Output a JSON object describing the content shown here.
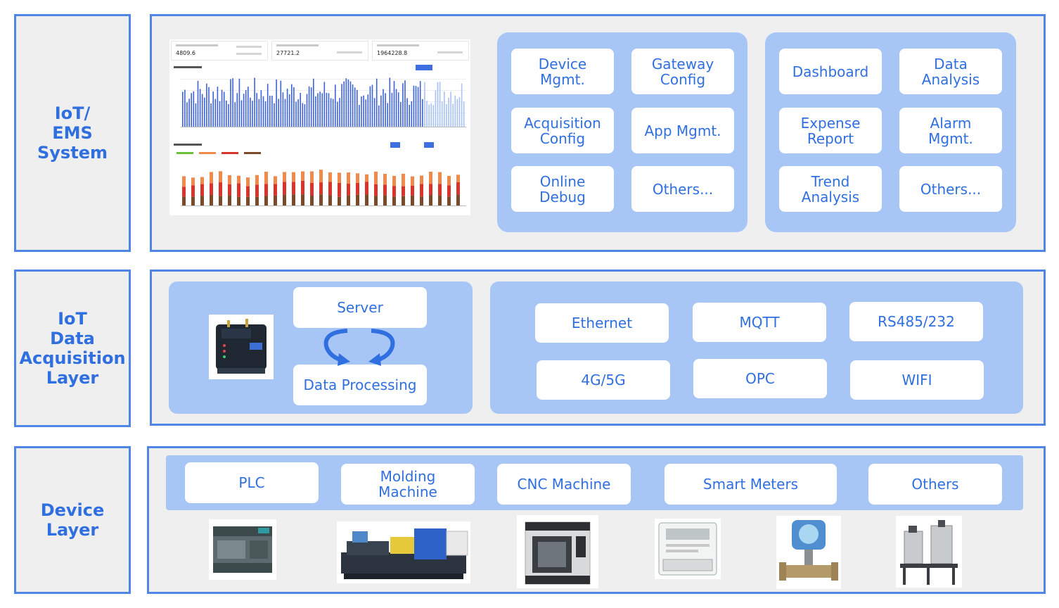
{
  "layers": {
    "iot_ems": "IoT/\nEMS\nSystem",
    "data_acq": "IoT\nData\nAcquisition\nLayer",
    "device": "Device\nLayer"
  },
  "ems": {
    "group1": [
      "Device\nMgmt.",
      "Gateway\nConfig",
      "Acquisition\nConfig",
      "App Mgmt.",
      "Online\nDebug",
      "Others..."
    ],
    "group2": [
      "Dashboard",
      "Data\nAnalysis",
      "Expense\nReport",
      "Alarm\nMgmt.",
      "Trend\nAnalysis",
      "Others..."
    ]
  },
  "dashboard": {
    "stat1_value": "4809.6",
    "stat2_value": "27721.2",
    "stat3_value": "1964228.8"
  },
  "acquisition": {
    "server": "Server",
    "processing": "Data Processing",
    "protocols": [
      "Ethernet",
      "MQTT",
      "RS485/232",
      "4G/5G",
      "OPC",
      "WIFI"
    ]
  },
  "devices": [
    "PLC",
    "Molding\nMachine",
    "CNC Machine",
    "Smart Meters",
    "Others"
  ],
  "colors": {
    "accent": "#2f6fe0",
    "border": "#4f86e6",
    "group_bg": "#a7c6f6",
    "panel_bg": "#efefef"
  }
}
